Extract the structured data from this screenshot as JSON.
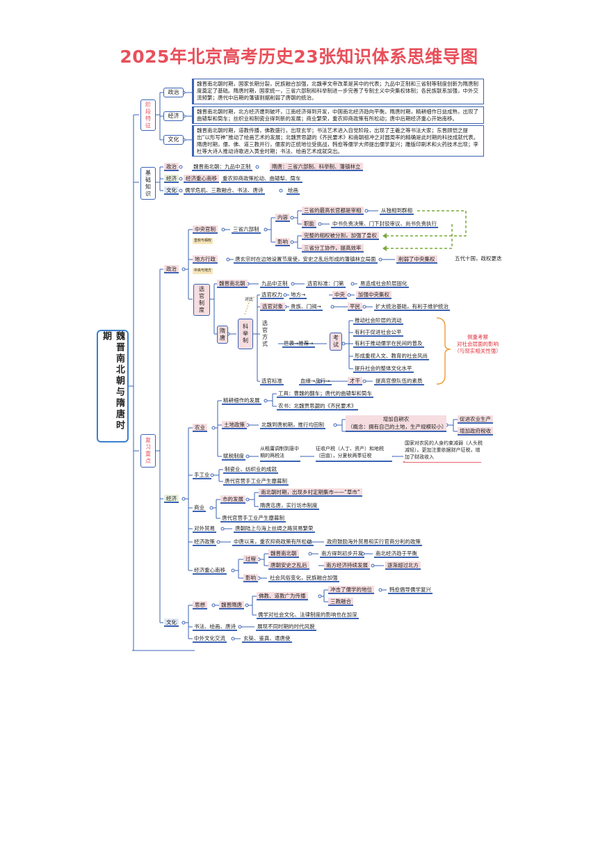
{
  "title": "2025年北京高考历史23张知识体系思维导图",
  "root": "魏晋南北朝与隋唐时期",
  "colors": {
    "title": "#e8505b",
    "line": "#3a62b4",
    "accent_red": "#e0303a",
    "dashed": "#7aa83a"
  },
  "stage_features": {
    "label": "阶段特征",
    "politics": {
      "label": "政治",
      "text": "魏晋南北朝时期，国家长期分裂，民族融合加强，北魏孝文帝改革是其中的代表；九品中正制和三省制等制度创新为隋唐制度奠定了基础。隋唐时期，国家统一，三省六部制和科举制进一步完善了专制主义中央集权体制；各民族联系加强，中外交流频繁；唐代中后期的藩镇割据削弱了唐朝的统治。"
    },
    "economy": {
      "label": "经济",
      "text": "魏晋南北朝时期，北方经济遭到破坏，江南经济得到开发，中国南北经济趋向平衡。隋唐时期，精耕细作日益成熟，出现了曲辕犁和筒车；丝织业和制瓷业得到新的发展；商业繁荣，重农抑商政策有所松动；唐中后期经济重心开始南移。"
    },
    "culture": {
      "label": "文化",
      "text": "魏晋南北朝时期，道教传播，佛教盛行，出现玄学；书法艺术进入自觉阶段，出现了王羲之等书法大家；东晋顾恺之提出“以形写神”推动了绘画艺术的发展；北魏贾思勰的《齐民要术》和南朝祖冲之对圆周率的精确是此时期的科技成就代表。隋唐时期，儒、佛、道三教并行，儒家的正统地位受挑战，韩愈等儒学大师提出儒学复兴；雕版印刷术和火药技术出现；李杜等大诗人推动诗歌进入黄金时期；书法、绘画艺术成就突出。"
    }
  },
  "basic_knowledge": {
    "label": "基础知识",
    "politics": {
      "label": "政治",
      "items": [
        "魏晋南北朝：九品中正制",
        "隋唐：三省六部制、科举制、藩镇林立"
      ]
    },
    "economy": {
      "label": "经济",
      "items": [
        "经济重心南移",
        "重农抑商政策松动、曲辕犁、筒车"
      ]
    },
    "culture": {
      "label": "文化",
      "items": [
        "儒学危机、三教融合、书法、唐诗",
        "绘画"
      ]
    }
  },
  "review_focus": {
    "label": "复习重点",
    "politics": {
      "label": "政治",
      "central": {
        "label": "中央官制",
        "sub": "三省六部制",
        "note": "皇权与相权",
        "content_label": "内容",
        "influence_label": "影响",
        "content": [
          "三省的最高长官都是宰相",
          "从独相到群相",
          "职能",
          "中书负责决策、门下封驳审议、尚书负责执行"
        ],
        "influence": [
          "完整的相权被分割，加强了皇权",
          "三省分工协作，提高效率"
        ]
      },
      "local": {
        "label": "地方行政",
        "note": "中央与地方",
        "items": [
          "唐玄宗时在边地设置节度使，安史之乱后形成的藩镇林立局面",
          "削弱了中央集权",
          "五代十国，政权更迭"
        ]
      },
      "selection": {
        "label": "选官制度",
        "wjnbc": {
          "label": "魏晋南北朝",
          "items": [
            "九品中正制",
            "选官标准：门第",
            "易造成社会阶层固化"
          ]
        },
        "suitang": "隋唐",
        "keju": "科举制",
        "contrast": "对比",
        "power": {
          "label": "选官权力",
          "items": [
            "地方→",
            "中央",
            "加强中央集权"
          ]
        },
        "target": {
          "label": "选官对象",
          "items": [
            "贵族、门阀→",
            "平民",
            "扩大统治基础，有利于维护统治"
          ]
        },
        "method": {
          "label": "选官方式",
          "items": [
            "世袭→推荐→",
            "考试"
          ]
        },
        "exam_effects": [
          "推动社会阶层的流动",
          "有利于促进社会公平",
          "有利于推动儒学在民间的普及",
          "形成重视人文、教育的社会风尚",
          "提升社会的整体文化水平"
        ],
        "exam_note": [
          "侧重考察",
          "对社会层面的影响",
          "（与现实相关性强）"
        ],
        "standard": {
          "label": "选官标准",
          "items": [
            "血缘→品行→",
            "才干",
            "提高官僚队伍的素质"
          ]
        }
      }
    },
    "economy": {
      "label": "经济",
      "agriculture": {
        "label": "农业",
        "farming": {
          "label": "精耕细作的发展",
          "items": [
            "工具：曹魏的翻车；唐代的曲辕犁和筒车",
            "农书：北魏贾思勰的《齐民要术》"
          ]
        },
        "land": {
          "label": "土地政策",
          "items": [
            "北魏到唐前期，推行均田制",
            "增加自耕农",
            "（概念：拥有自己的土地，生产规模较小）",
            "促进农业生产",
            "增加政府税收"
          ]
        },
        "tax": {
          "label": "赋税制度",
          "items": [
            "从租庸调制到唐中期的两税法",
            "征收户税（人丁、资产）和地税（田亩），分夏秋两季征税",
            "国家对农民的人身约束减弱（人头税减轻）。更加注重依据财产征税，增加了财政收入"
          ]
        }
      },
      "handicraft": {
        "label": "手工业",
        "items": [
          "制瓷业、纺织业的成就",
          "唐代官营手工业产生塵募制"
        ]
      },
      "commerce": {
        "label": "商业",
        "market": {
          "label": "市的发展",
          "items": [
            "南北朝时期，出现乡村定期集市——“草市”",
            "隋唐迄唐，实行坊市制度"
          ]
        },
        "extra": "唐代官营手工业产生塵募制"
      },
      "trade": {
        "label": "对外贸易",
        "text": "唐朝陆上与海上丝绸之路贸易繁荣"
      },
      "policy": {
        "label": "经济政策",
        "items": [
          "中唐以来，重农抑商政策有所松动",
          "政府鼓励海外贸易和实行官商分利的政策"
        ]
      },
      "shift": {
        "label": "经济重心南移",
        "process": {
          "label": "过程",
          "rows": [
            [
              "魏晋南北朝",
              "南方得到初步开发",
              "南北经济趋于平衡"
            ],
            [
              "唐朝安史之乱后",
              "南方经济持续发展",
              "逐渐超过北方"
            ]
          ]
        },
        "influence": {
          "label": "影响",
          "text": "社会风俗变化，民族融合加强"
        }
      }
    },
    "culture": {
      "label": "文化",
      "thought": {
        "label": "思想",
        "sub": "魏晋隋唐",
        "items": [
          "佛教、道教广为传播",
          "冲击了儒学的地位",
          "韩愈倡导儒学复兴",
          "三教融合",
          "儒学对社会文化、法律制度的影响也在加深"
        ]
      },
      "arts": {
        "label": "书法、绘画、唐诗",
        "text": "展现不同时期的时代风貌"
      },
      "exchange": {
        "label": "中外文化交流",
        "text": "玄奘、鉴真、遣唐使"
      }
    }
  }
}
